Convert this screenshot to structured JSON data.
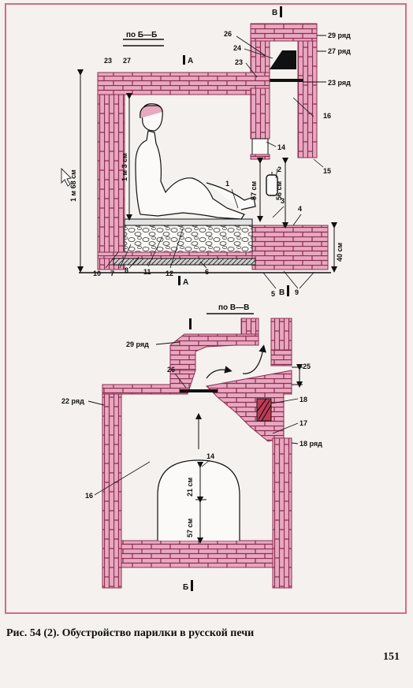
{
  "figure": {
    "caption": "Рис. 54 (2). Обустройство парилки в русской печи",
    "page_number": "151",
    "colors": {
      "brick": "#e7a8c0",
      "mortar": "#8c2e51",
      "frame": "#d66a8f",
      "ink": "#111111",
      "background": "#f4f1ee"
    }
  },
  "section_bb": {
    "title": "по Б—Б",
    "cut_a_top": "А",
    "cut_a_bottom": "А",
    "cut_v_top": "В",
    "cut_v_bottom": "В",
    "row_labels": [
      "29 ряд",
      "27 ряд",
      "23 ряд"
    ],
    "part_numbers": [
      "26",
      "24",
      "23",
      "27",
      "16",
      "14",
      "15",
      "2",
      "1",
      "3",
      "4",
      "10",
      "7",
      "8",
      "11",
      "12",
      "6",
      "5",
      "9"
    ],
    "dimensions": [
      "1 м 68 см",
      "1 м 3 см",
      "57 см",
      "56 см",
      "40 см"
    ]
  },
  "section_vv": {
    "title": "по В—В",
    "cut_b": "Б",
    "row_labels": [
      "29 ряд",
      "22 ряд",
      "18 ряд"
    ],
    "part_numbers": [
      "26",
      "25",
      "18",
      "17",
      "14",
      "16"
    ],
    "dimensions": [
      "21 см",
      "57 см"
    ]
  }
}
